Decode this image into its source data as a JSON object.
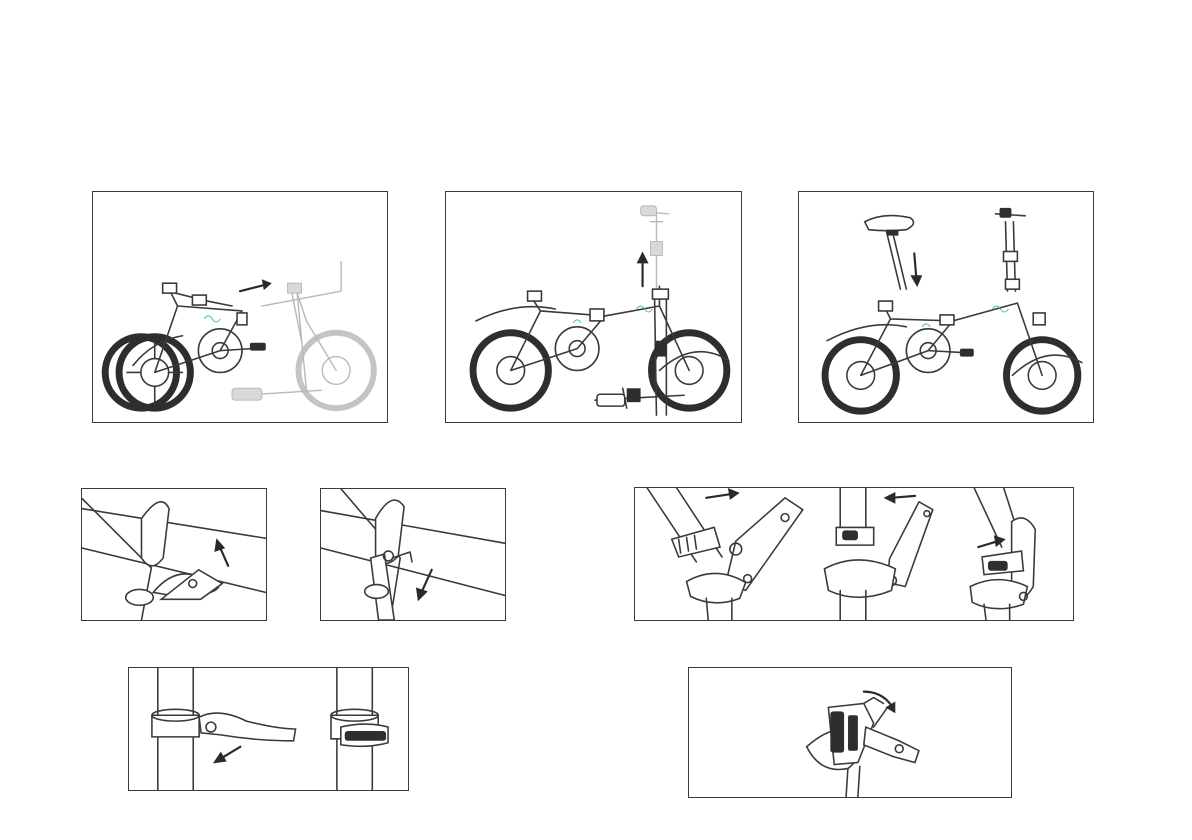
{
  "panels": [
    {
      "id": "unfold-frame",
      "depicts": "bicycle-frame-unfolding"
    },
    {
      "id": "raise-handlebar",
      "depicts": "bicycle-handlebar-raising"
    },
    {
      "id": "insert-seat",
      "depicts": "bicycle-seat-inserting"
    },
    {
      "id": "lever-open",
      "depicts": "frame-latch-lever-opening"
    },
    {
      "id": "lever-close",
      "depicts": "frame-latch-lever-closing"
    },
    {
      "id": "stem-hinge-lock",
      "depicts": "stem-hinge-locking-sequence"
    },
    {
      "id": "seat-clamp",
      "depicts": "seatpost-quick-release-clamp"
    },
    {
      "id": "handlebar-clamp",
      "depicts": "handlebar-clamp-rotation"
    }
  ],
  "colors": {
    "line": "#3a3a3a",
    "accent": "#4fb8b0",
    "ghost": "#b8b8b8"
  }
}
